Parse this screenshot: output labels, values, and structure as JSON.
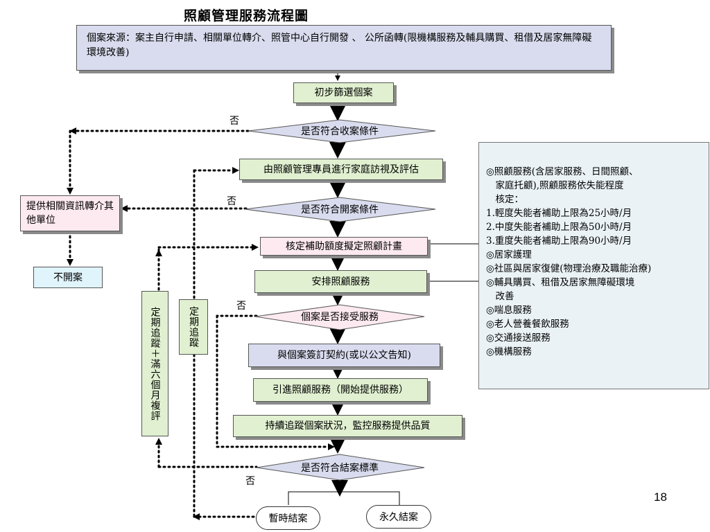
{
  "title": "照顧管理服務流程圖",
  "source_box": "個案來源：案主自行申請、相關單位轉介、照管中心自行開發 、 公所函轉(限機構服務及輔具購買、租借及居家無障礙環境改善)",
  "steps": {
    "screen": "初步篩選個案",
    "decision_intake": "是否符合收案條件",
    "home_visit": "由照顧管理專員進行家庭訪視及評估",
    "decision_open": "是否符合開案條件",
    "plan": "核定補助額度擬定照顧計畫",
    "arrange": "安排照顧服務",
    "decision_accept": "個案是否接受服務",
    "contract": "與個案簽訂契約(或以公文告知)",
    "start": "引進照顧服務（開始提供服務）",
    "monitor": "持續追蹤個案狀況，監控服務提供品質",
    "decision_close": "是否符合結案標準"
  },
  "referral_box": "提供相關資訊轉介其他單位",
  "not_open_box": "不開案",
  "followup_long": "定期追蹤＋滿六個月複評",
  "followup_short": "定期追蹤",
  "end_temp": "暫時結案",
  "end_perm": "永久結案",
  "labels": {
    "no_intake": "否",
    "no_open": "否",
    "no_accept": "否",
    "no_close": "否"
  },
  "notes": [
    "◎照顧服務(含居家服務、日間照顧、",
    "　家庭托顧),照顧服務依失能程度",
    "　核定：",
    " 1.輕度失能者補助上限為25小時/月",
    " 2.中度失能者補助上限為50小時/月",
    " 3.重度失能者補助上限為90小時/月",
    "◎居家護理",
    "◎社區與居家復健(物理治療及職能治療)",
    "◎輔具購買、租借及居家無障礙環境",
    "　改善",
    "◎喘息服務",
    "◎老人營養餐飲服務",
    "◎交通接送服務",
    "◎機構服務"
  ],
  "page_number": "18"
}
